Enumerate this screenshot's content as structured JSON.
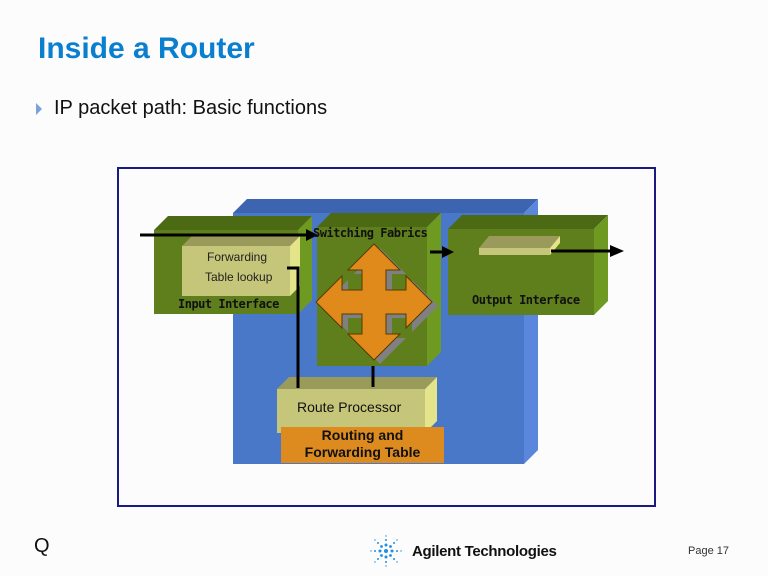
{
  "slide": {
    "title": "Inside a Router",
    "bullets": [
      {
        "text": "IP packet path: Basic functions",
        "icon": "triangle-bullet-icon"
      }
    ]
  },
  "diagram": {
    "input_interface": {
      "label": "Input Interface",
      "inner_label_line1": "Forwarding",
      "inner_label_line2": "Table lookup"
    },
    "switching_fabric": {
      "label": "Switching Fabrics",
      "icon": "four-way-arrow-icon"
    },
    "output_interface": {
      "label": "Output Interface"
    },
    "route_processor": {
      "label": "Route Processor"
    },
    "routing_table": {
      "label_line1": "Routing and",
      "label_line2": "Forwarding Table"
    },
    "colors": {
      "backplane": "#4a78c8",
      "module_green": "#5f7f1c",
      "module_top": "#4c6a14",
      "module_side": "#6f9a22",
      "lookup_yellow": "#c6c67a",
      "arrow_orange": "#e08a1c",
      "table_orange": "#dd8a1f"
    }
  },
  "footer": {
    "left_mark": "Q",
    "brand": "Agilent Technologies",
    "page": "Page 17"
  }
}
